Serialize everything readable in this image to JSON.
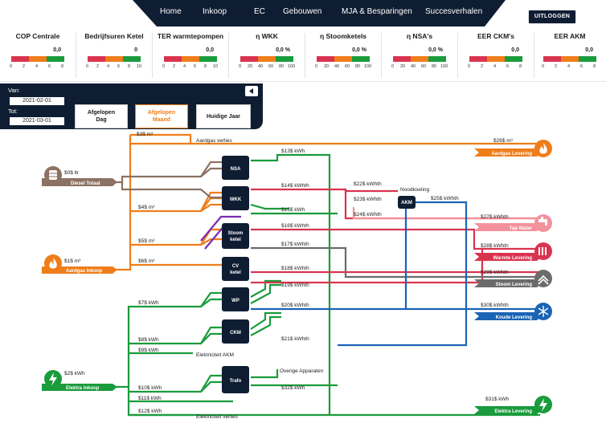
{
  "nav": {
    "items": [
      "Home",
      "Inkoop",
      "EC",
      "Gebouwen",
      "MJA & Besparingen",
      "Succesverhalen"
    ],
    "logout": "UITLOGGEN"
  },
  "kpis": [
    {
      "title": "COP Centrale",
      "value": "0,0",
      "ticks": [
        "0",
        "2",
        "4",
        "6",
        "8"
      ]
    },
    {
      "title": "Bedrijfsuren Ketel",
      "value": "0",
      "ticks": [
        "0",
        "2",
        "4",
        "6",
        "8",
        "10"
      ]
    },
    {
      "title": "TER warmtepompen",
      "value": "0,0",
      "ticks": [
        "0",
        "2",
        "4",
        "6",
        "8",
        "10"
      ]
    },
    {
      "title": "η WKK",
      "value": "0,0 %",
      "ticks": [
        "0",
        "20",
        "40",
        "60",
        "80",
        "100"
      ]
    },
    {
      "title": "η Stoomketels",
      "value": "0,0 %",
      "ticks": [
        "0",
        "20",
        "40",
        "60",
        "80",
        "100"
      ]
    },
    {
      "title": "η NSA's",
      "value": "0,0 %",
      "ticks": [
        "0",
        "20",
        "40",
        "60",
        "80",
        "100"
      ]
    },
    {
      "title": "EER CKM's",
      "value": "0,0",
      "ticks": [
        "0",
        "2",
        "4",
        "6",
        "8"
      ]
    },
    {
      "title": "EER AKM",
      "value": "0,0",
      "ticks": [
        "0",
        "2",
        "4",
        "6",
        "8"
      ]
    }
  ],
  "filter": {
    "van_label": "Van:",
    "van_value": "2021-02-01",
    "tot_label": "Tot:",
    "tot_value": "2021-03-01",
    "buttons": [
      {
        "line1": "Afgelopen",
        "line2": "Dag"
      },
      {
        "line1": "Afgelopen",
        "line2": "Maand"
      },
      {
        "line1": "Huidige Jaar",
        "line2": ""
      }
    ]
  },
  "colors": {
    "navy": "#0f1d33",
    "gas": "#ef7d1a",
    "diesel": "#8b7262",
    "electric": "#1a9b3c",
    "heat": "#d9344f",
    "tapwater": "#f3919c",
    "steam": "#6b6b6b",
    "cooling": "#1b63b5",
    "purple": "#7d2bb3"
  },
  "diagram": {
    "units": {
      "NSA": "NSA",
      "WKK": "WKK",
      "Stoom": "Stoom",
      "ketel": "ketel",
      "CV": "CV",
      "WP": "WP",
      "CKM": "CKM",
      "AKM": "AKM",
      "Trafo": "Trafo"
    },
    "sources": {
      "diesel": {
        "value": "$0$ ltr",
        "label": "Diesel Totaal"
      },
      "gas": {
        "value": "$1$ m³",
        "label": "Aardgas Inkoop"
      },
      "elektra": {
        "value": "$2$ kWh",
        "label": "Elektra Inkoop"
      }
    },
    "outputs": {
      "aardgas": {
        "value": "$26$ m³",
        "label": "Aardgas Levering"
      },
      "tapwater": {
        "value": "$27$ kWhth",
        "label": "Tap Water"
      },
      "warmte": {
        "value": "$28$ kWhth",
        "label": "Warmte Levering"
      },
      "stoom": {
        "value": "$29$ kWhth",
        "label": "Stoom Levering"
      },
      "koude": {
        "value": "$30$ kWhth",
        "label": "Koude Levering"
      },
      "elektra": {
        "value": "$31$ kWh",
        "label": "Elektra Levering"
      }
    },
    "labels": {
      "l3": "$3$ m³",
      "aardgas_verlies": "Aardgas verlies",
      "l4": "$4$ m³",
      "l5": "$5$ m³",
      "l6": "$6$ m³",
      "l7": "$7$ kWh",
      "l8": "$8$ kWh",
      "l9": "$9$ kWh",
      "elek_akm": "Elektriciteit AKM",
      "l10": "$10$ kWh",
      "l11": "$11$ kWh",
      "l12": "$12$ kWh",
      "elek_verlies": "Elektriciteit verlies",
      "l13": "$13$ kWh",
      "l14": "$14$ kWhth",
      "l15": "$15$ kWh",
      "l16": "$16$ kWhth",
      "l17": "$17$ kWhth",
      "l18": "$18$ kWhth",
      "l19": "$19$ kWhth",
      "l20": "$20$ kWhth",
      "l21": "$21$ kWhth",
      "l22": "$22$ kWhth",
      "noodkoeling": "Noodkoeling",
      "l23": "$23$ kWhth",
      "l24": "$24$ kWhth",
      "l25": "$25$ kWhth",
      "overige": "Overige Apparaten",
      "l32": "$32$ kWh"
    }
  }
}
